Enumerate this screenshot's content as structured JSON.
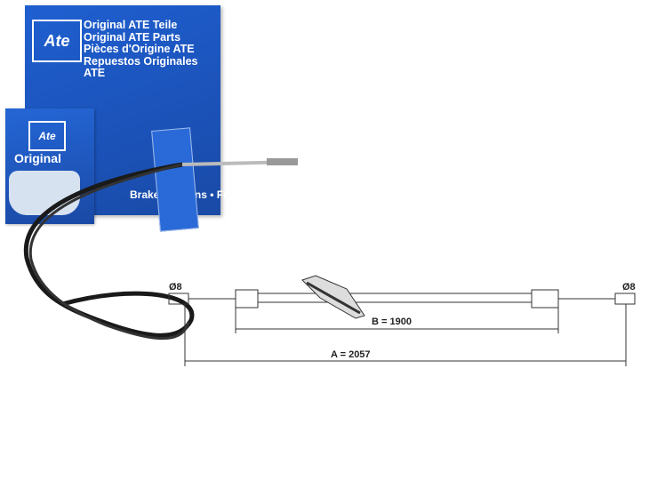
{
  "box_large": {
    "logo_text": "Ate",
    "lines": [
      "Original ATE Teile",
      "Original ATE Parts",
      "Pièces d'Origine ATE",
      "Repuestos Originales ATE"
    ],
    "bottom_text": "Brakes • Freins • Frenos"
  },
  "box_small": {
    "logo_text": "Ate",
    "label": "Original"
  },
  "drawing": {
    "left_diameter": "Ø8",
    "right_diameter": "Ø8",
    "dim_b": "B = 1900",
    "dim_a": "A = 2057"
  },
  "colors": {
    "ate_blue": "#1f5fd0",
    "cable": "#1a1a1a"
  }
}
